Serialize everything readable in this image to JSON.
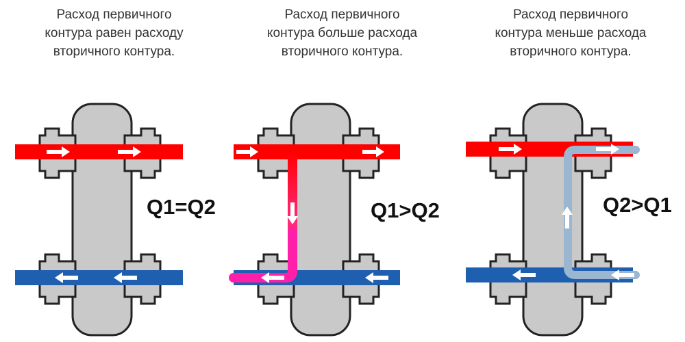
{
  "colors": {
    "hot": "#ff0000",
    "cold": "#1f5fb0",
    "mix": "#ff1f9a",
    "return": "#9ab6d1",
    "body": "#c9c9c9",
    "outline": "#222222",
    "arrow": "#ffffff"
  },
  "panels": [
    {
      "caption": [
        "Расход первичного",
        "контура равен расходу",
        "вторичного контура."
      ],
      "formula": "Q1=Q2",
      "scenario": "equal"
    },
    {
      "caption": [
        "Расход первичного",
        "контура  больше расхода",
        "вторичного контура."
      ],
      "formula": "Q1>Q2",
      "scenario": "primary-greater"
    },
    {
      "caption": [
        "Расход первичного",
        "контура меньше расхода",
        "вторичного контура."
      ],
      "formula": "Q2>Q1",
      "scenario": "secondary-greater"
    }
  ]
}
